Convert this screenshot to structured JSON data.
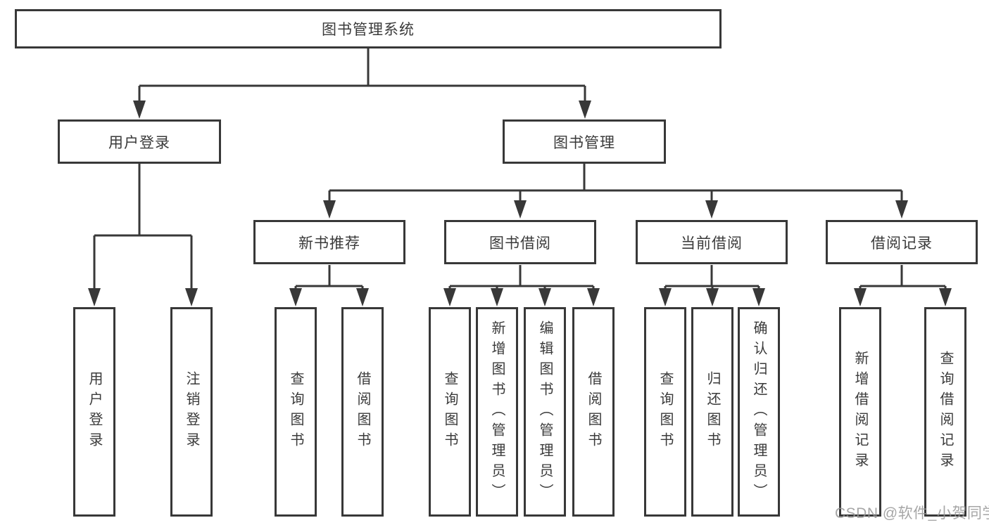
{
  "tree": {
    "label": "图书管理系统",
    "children": [
      {
        "label": "用户登录",
        "children": [
          {
            "label": "用户登录"
          },
          {
            "label": "注销登录"
          }
        ]
      },
      {
        "label": "图书管理",
        "children": [
          {
            "label": "新书推荐",
            "children": [
              {
                "label": "查询图书"
              },
              {
                "label": "借阅图书"
              }
            ]
          },
          {
            "label": "图书借阅",
            "children": [
              {
                "label": "查询图书"
              },
              {
                "label": "新增图书（管理员）"
              },
              {
                "label": "编辑图书（管理员）"
              },
              {
                "label": "借阅图书"
              }
            ]
          },
          {
            "label": "当前借阅",
            "children": [
              {
                "label": "查询图书"
              },
              {
                "label": "归还图书"
              },
              {
                "label": "确认归还（管理员）"
              }
            ]
          },
          {
            "label": "借阅记录",
            "children": [
              {
                "label": "新增借阅记录"
              },
              {
                "label": "查询借阅记录"
              }
            ]
          }
        ]
      }
    ]
  },
  "watermark": {
    "text": "CSDN @软件_小贺同学"
  },
  "colors": {
    "line": "#383838",
    "border": "#383838",
    "text": "#3a3a3a",
    "box_background": "#ffffff",
    "background": "#ffffff",
    "watermark": "#969696"
  }
}
